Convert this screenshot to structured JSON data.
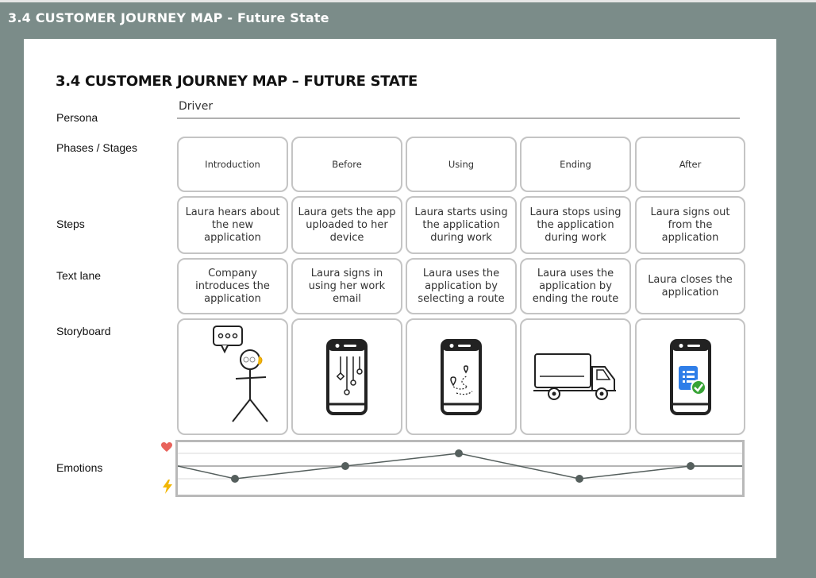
{
  "window": {
    "title": "3.4 CUSTOMER JOURNEY MAP - Future State"
  },
  "slide": {
    "title": "3.4 CUSTOMER JOURNEY MAP – FUTURE STATE",
    "labels": {
      "persona": "Persona",
      "phases": "Phases / Stages",
      "steps": "Steps",
      "text_lane": "Text lane",
      "storyboard": "Storyboard",
      "emotions": "Emotions"
    },
    "persona_value": "Driver",
    "stages": [
      "Introduction",
      "Before",
      "Using",
      "Ending",
      "After"
    ],
    "steps": [
      "Laura hears about the new application",
      "Laura gets the app uploaded to her device",
      "Laura starts using the application during work",
      "Laura stops using the application during work",
      "Laura signs out from the application"
    ],
    "text_lane": [
      "Company introduces the application",
      "Laura signs in using her work email",
      "Laura uses the application by selecting a route",
      "Laura uses the application by ending the route",
      "Laura closes the application"
    ],
    "storyboard_icons": [
      "stick-figure-speech-icon",
      "phone-circuit-icon",
      "phone-map-route-icon",
      "delivery-truck-icon",
      "phone-app-check-icon"
    ],
    "emotion_icons": {
      "positive": "heart-icon",
      "negative": "lightning-icon"
    },
    "colors": {
      "background": "#7b8c89",
      "heart": "#e8635c",
      "bolt": "#f2b705",
      "line": "#555f5d",
      "check": "#37a335",
      "app_blue": "#2f7ee8"
    }
  },
  "chart_data": {
    "type": "line",
    "categories": [
      "Introduction",
      "Before",
      "Using",
      "Ending",
      "After"
    ],
    "values": [
      -1,
      0,
      1,
      -1,
      0
    ]
  }
}
